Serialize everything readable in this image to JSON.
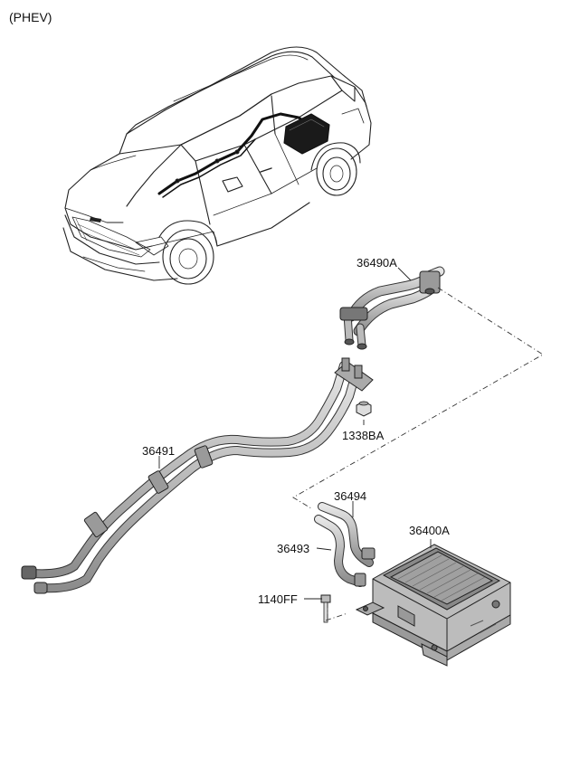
{
  "diagram": {
    "variant_label": "(PHEV)",
    "parts": [
      {
        "code": "36490A"
      },
      {
        "code": "1338BA"
      },
      {
        "code": "36491"
      },
      {
        "code": "36494"
      },
      {
        "code": "36400A"
      },
      {
        "code": "36493"
      },
      {
        "code": "1140FF"
      }
    ]
  }
}
